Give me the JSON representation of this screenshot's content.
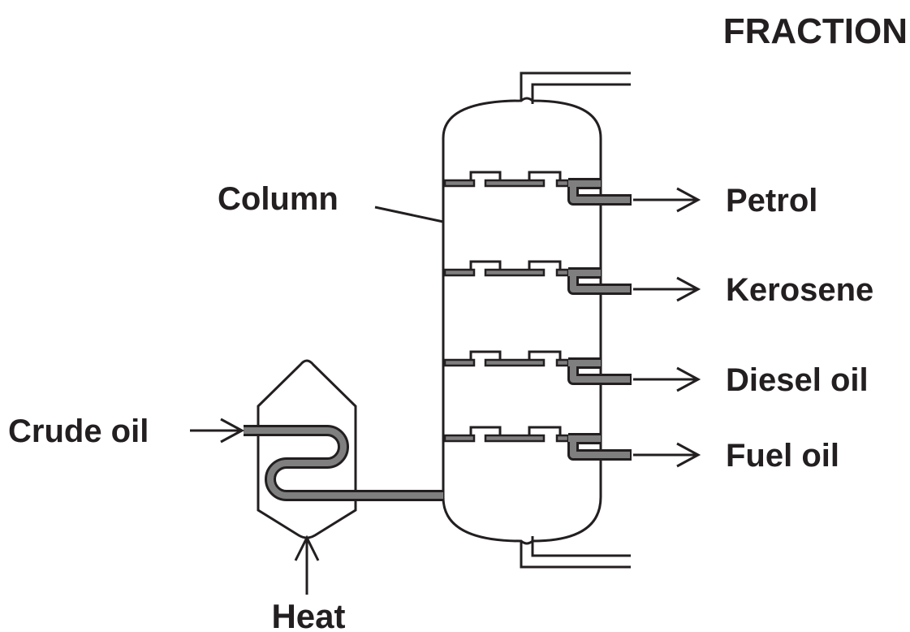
{
  "labels": {
    "header": "FRACTION",
    "column": "Column",
    "crude_oil": "Crude oil",
    "heat": "Heat"
  },
  "fractions": [
    "Petrol",
    "Kerosene",
    "Diesel oil",
    "Fuel oil"
  ],
  "colors": {
    "ink": "#231f20",
    "pipe": "#7f7f7f",
    "background": "#ffffff"
  }
}
